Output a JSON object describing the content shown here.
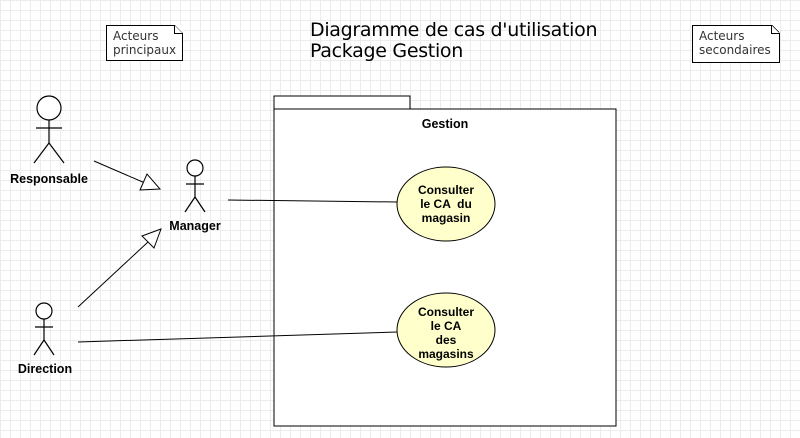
{
  "diagram": {
    "title_line1": "Diagramme de cas d'utilisation",
    "title_line2": "Package Gestion"
  },
  "notes": {
    "primary_line1": "Acteurs",
    "primary_line2": "principaux",
    "secondary_line1": "Acteurs",
    "secondary_line2": "secondaires"
  },
  "actors": {
    "responsable": "Responsable",
    "manager": "Manager",
    "direction": "Direction"
  },
  "package": {
    "name": "Gestion"
  },
  "use_cases": {
    "ca_magasin": [
      "Consulter",
      "le CA  du",
      "magasin"
    ],
    "ca_magasins": [
      "Consulter",
      "le CA",
      "des",
      "magasins"
    ]
  },
  "colors": {
    "use_case_fill": "#ffffcc",
    "stroke": "#000000",
    "grid": "#ececec"
  }
}
